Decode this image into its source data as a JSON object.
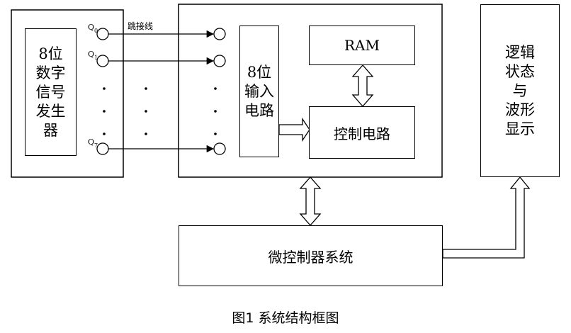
{
  "blocks": {
    "generator": "8位\n数字\n信号\n发生\n器",
    "input_circuit": "8位\n输入\n电路",
    "ram": "RAM",
    "control_circuit": "控制电路",
    "display": "逻辑\n状态\n与\n波形\n显示",
    "microcontroller": "微控制器系统"
  },
  "labels": {
    "jumper": "跳接线",
    "q_letter": "Q",
    "q0_sub": "0",
    "q1_sub": "1",
    "q7_sub": "7"
  },
  "caption": "图1   系统结构框图"
}
